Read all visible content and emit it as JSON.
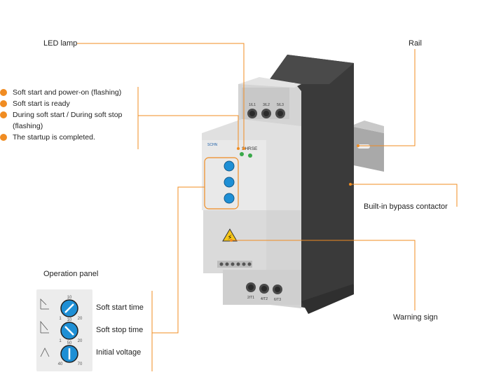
{
  "labels": {
    "led_lamp": "LED lamp",
    "rail": "Rail",
    "bypass": "Built-in bypass contactor",
    "warning": "Warning sign",
    "operation_panel": "Operation panel"
  },
  "led_states": [
    "Soft start and power-on (flashing)",
    "Soft start is ready",
    "During soft start / During soft stop (flashing)",
    "The startup is completed."
  ],
  "dials": [
    {
      "label": "Soft start time",
      "min": "1",
      "max": "20",
      "mid": "10"
    },
    {
      "label": "Soft stop time",
      "min": "1",
      "max": "20",
      "mid": "10"
    },
    {
      "label": "Initial voltage",
      "min": "40",
      "max": "70",
      "mid": "50"
    }
  ],
  "device": {
    "model": "SHRSE",
    "brand": "SCHN",
    "terminals_top": [
      "1/L1",
      "3/L2",
      "5/L3"
    ],
    "terminals_bottom": [
      "2/T1",
      "4/T2",
      "6/T3"
    ]
  },
  "colors": {
    "accent": "#f08c22",
    "dial_blue": "#1e8fd5",
    "body_grey": "#d9d9d9",
    "heatsink": "#3d3d3d"
  }
}
